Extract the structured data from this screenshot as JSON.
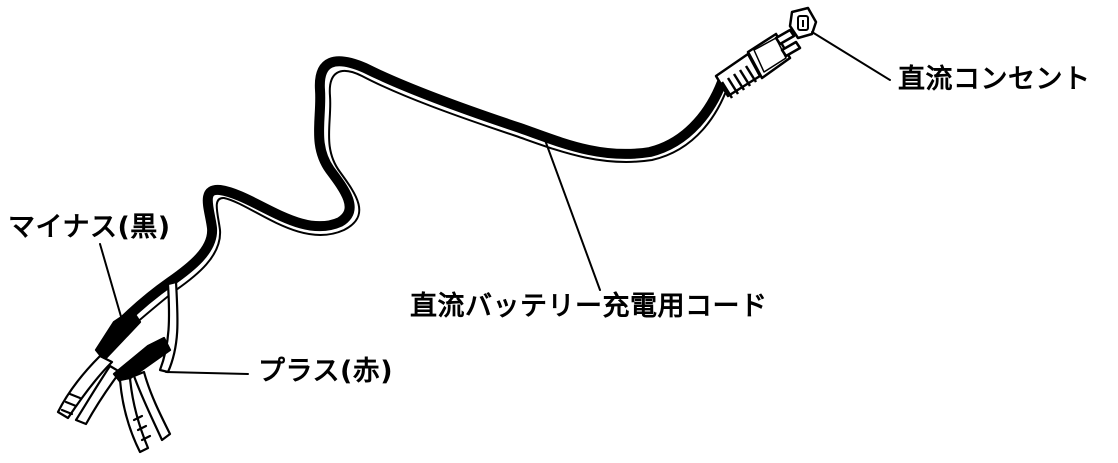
{
  "labels": {
    "outlet": "直流コンセント",
    "cable": "直流バッテリー充電用コード",
    "minus_clip": "マイナス(黒)",
    "plus_clip": "プラス(赤)"
  },
  "colors": {
    "line": "#000000",
    "background": "#ffffff"
  }
}
